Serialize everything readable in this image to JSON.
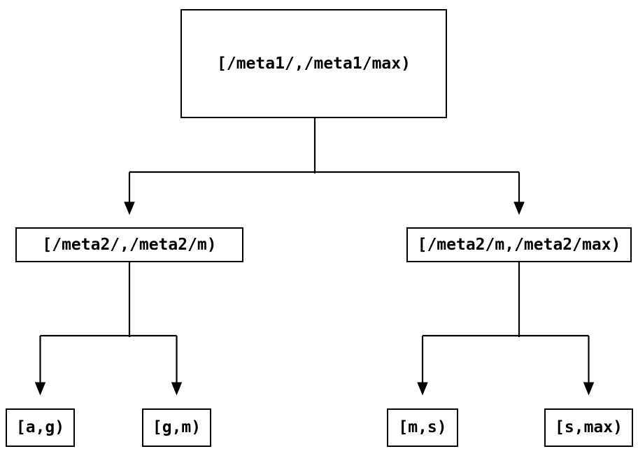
{
  "tree": {
    "root": {
      "label": "[/meta1/,/meta1/max)",
      "children": [
        {
          "label": "[/meta2/,/meta2/m)",
          "children": [
            {
              "label": "[a,g)"
            },
            {
              "label": "[g,m)"
            }
          ]
        },
        {
          "label": "[/meta2/m,/meta2/max)",
          "children": [
            {
              "label": "[m,s)"
            },
            {
              "label": "[s,max)"
            }
          ]
        }
      ]
    },
    "colors": {
      "line": "#000000",
      "node_border": "#000000",
      "node_background": "#ffffff",
      "text": "#000000",
      "page_background": "#ffffff"
    }
  }
}
